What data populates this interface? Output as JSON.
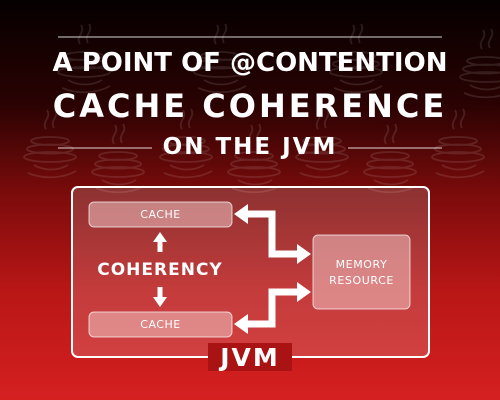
{
  "header": {
    "line1": "A POINT OF @CONTENTION",
    "line2": "CACHE COHERENCE",
    "line3": "ON THE JVM"
  },
  "diagram": {
    "cache_top": "CACHE",
    "cache_bottom": "CACHE",
    "coherency": "COHERENCY",
    "memory_line1": "MEMORY",
    "memory_line2": "RESOURCE",
    "container_label": "JVM"
  },
  "icons": {
    "watermark": "java-coffee-cup-icon",
    "arrows": "double-headed-arrow-icon"
  },
  "colors": {
    "background_top": "#050000",
    "background_bottom": "#d52020",
    "foreground": "#ffffff"
  }
}
